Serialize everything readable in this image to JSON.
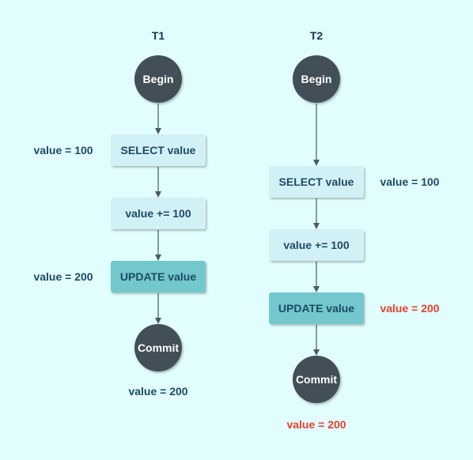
{
  "columns": {
    "t1": {
      "title": "T1",
      "begin": "Begin",
      "select": "SELECT value",
      "increment": "value += 100",
      "update": "UPDATE value",
      "commit": "Commit",
      "anno_select": "value = 100",
      "anno_update": "value = 200",
      "anno_commit": "value = 200"
    },
    "t2": {
      "title": "T2",
      "begin": "Begin",
      "select": "SELECT value",
      "increment": "value += 100",
      "update": "UPDATE value",
      "commit": "Commit",
      "anno_select": "value = 100",
      "anno_update": "value = 200",
      "anno_commit": "value = 200"
    }
  },
  "colors": {
    "background": "#e1fdfd",
    "circle": "#434f59",
    "box_light": "#d2f1f6",
    "box_dark": "#72c8cc",
    "text_blue": "#1e4a66",
    "highlight_red": "#e8412c"
  }
}
